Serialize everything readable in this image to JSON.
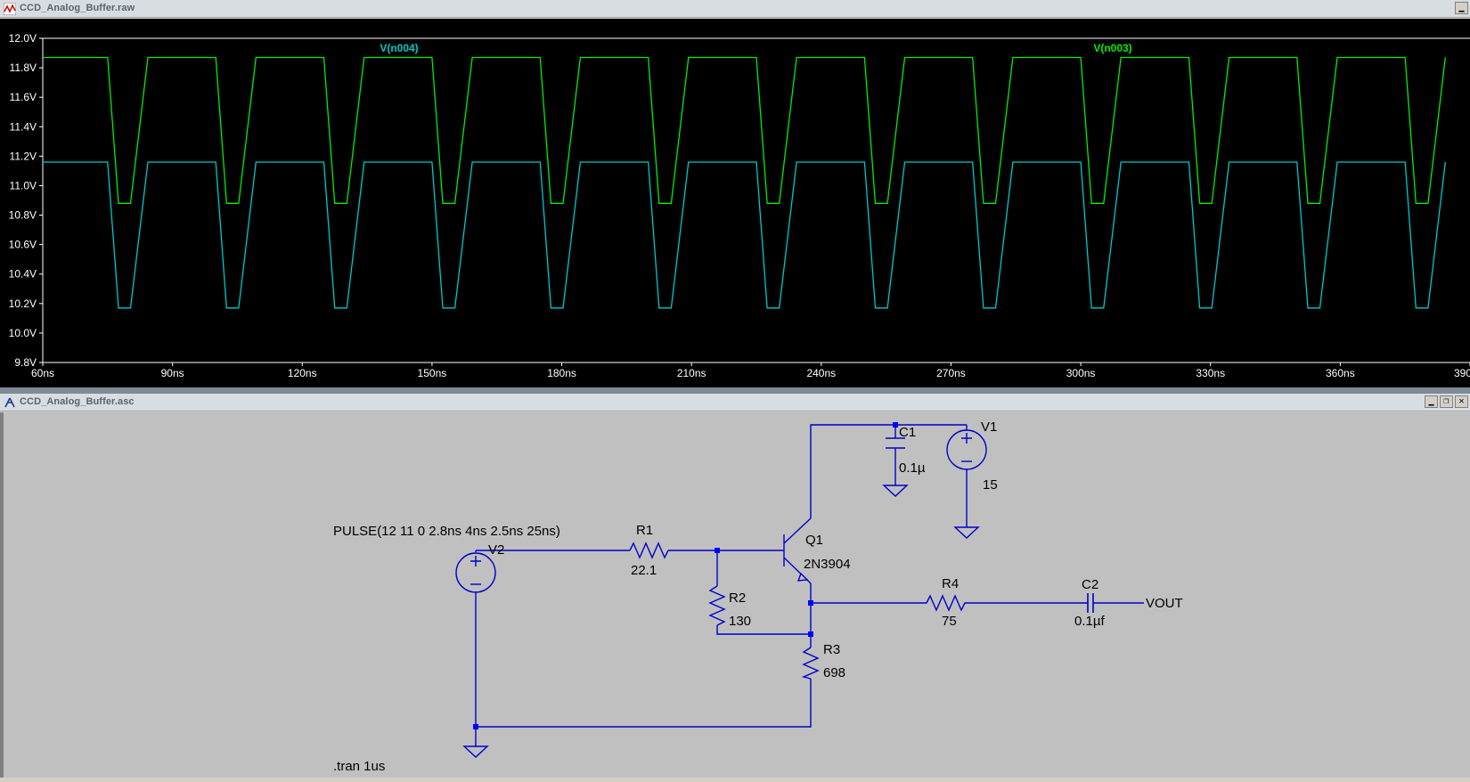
{
  "waveform_window": {
    "title": "CCD_Analog_Buffer.raw",
    "min_icon": "minimize-restore-icon",
    "close_icon": "close-icon",
    "icon": "waveform-app-icon",
    "accent_colors": {
      "background": "#000000",
      "trace_n003": "#00ee00",
      "trace_n004": "#00c8c8",
      "frame": "#ffffff"
    }
  },
  "schematic_window": {
    "title": "CCD_Analog_Buffer.asc",
    "icon": "schematic-app-icon",
    "accent_colors": {
      "wire": "#0000c8",
      "background": "#c0c0c0",
      "junction": "#0000ff"
    }
  },
  "chart_data": {
    "type": "line",
    "title": "",
    "xlabel": "",
    "ylabel": "",
    "xlim": [
      60,
      390
    ],
    "ylim": [
      9.8,
      12.0
    ],
    "x_ticks": [
      "60ns",
      "90ns",
      "120ns",
      "150ns",
      "180ns",
      "210ns",
      "240ns",
      "270ns",
      "300ns",
      "330ns",
      "360ns",
      "390"
    ],
    "y_ticks": [
      "12.0V",
      "11.8V",
      "11.6V",
      "11.4V",
      "11.2V",
      "11.0V",
      "10.8V",
      "10.6V",
      "10.4V",
      "10.2V",
      "10.0V",
      "9.8V"
    ],
    "grid": false,
    "legend_position": "top",
    "period_ns": 25,
    "edge_times_ns": {
      "fall_start": 75.0,
      "fall_end": 77.5,
      "rise_start": 80.3,
      "rise_end": 84.3
    },
    "series": [
      {
        "name": "V(n004)",
        "color": "#00c8c8",
        "high": 11.16,
        "low": 10.17
      },
      {
        "name": "V(n003)",
        "color": "#00ee00",
        "high": 11.87,
        "low": 10.88
      }
    ]
  },
  "schematic": {
    "components": {
      "v2": {
        "ref": "V2",
        "value": "PULSE(12 11 0 2.8ns 4ns 2.5ns 25ns)"
      },
      "r1": {
        "ref": "R1",
        "value": "22.1"
      },
      "r2": {
        "ref": "R2",
        "value": "130"
      },
      "r3": {
        "ref": "R3",
        "value": "698"
      },
      "r4": {
        "ref": "R4",
        "value": "75"
      },
      "q1": {
        "ref": "Q1",
        "value": "2N3904"
      },
      "c1": {
        "ref": "C1",
        "value": "0.1µ"
      },
      "c2": {
        "ref": "C2",
        "value": "0.1µf"
      },
      "v1": {
        "ref": "V1",
        "value": "15"
      }
    },
    "net_label": "VOUT",
    "directive": ".tran 1us"
  }
}
